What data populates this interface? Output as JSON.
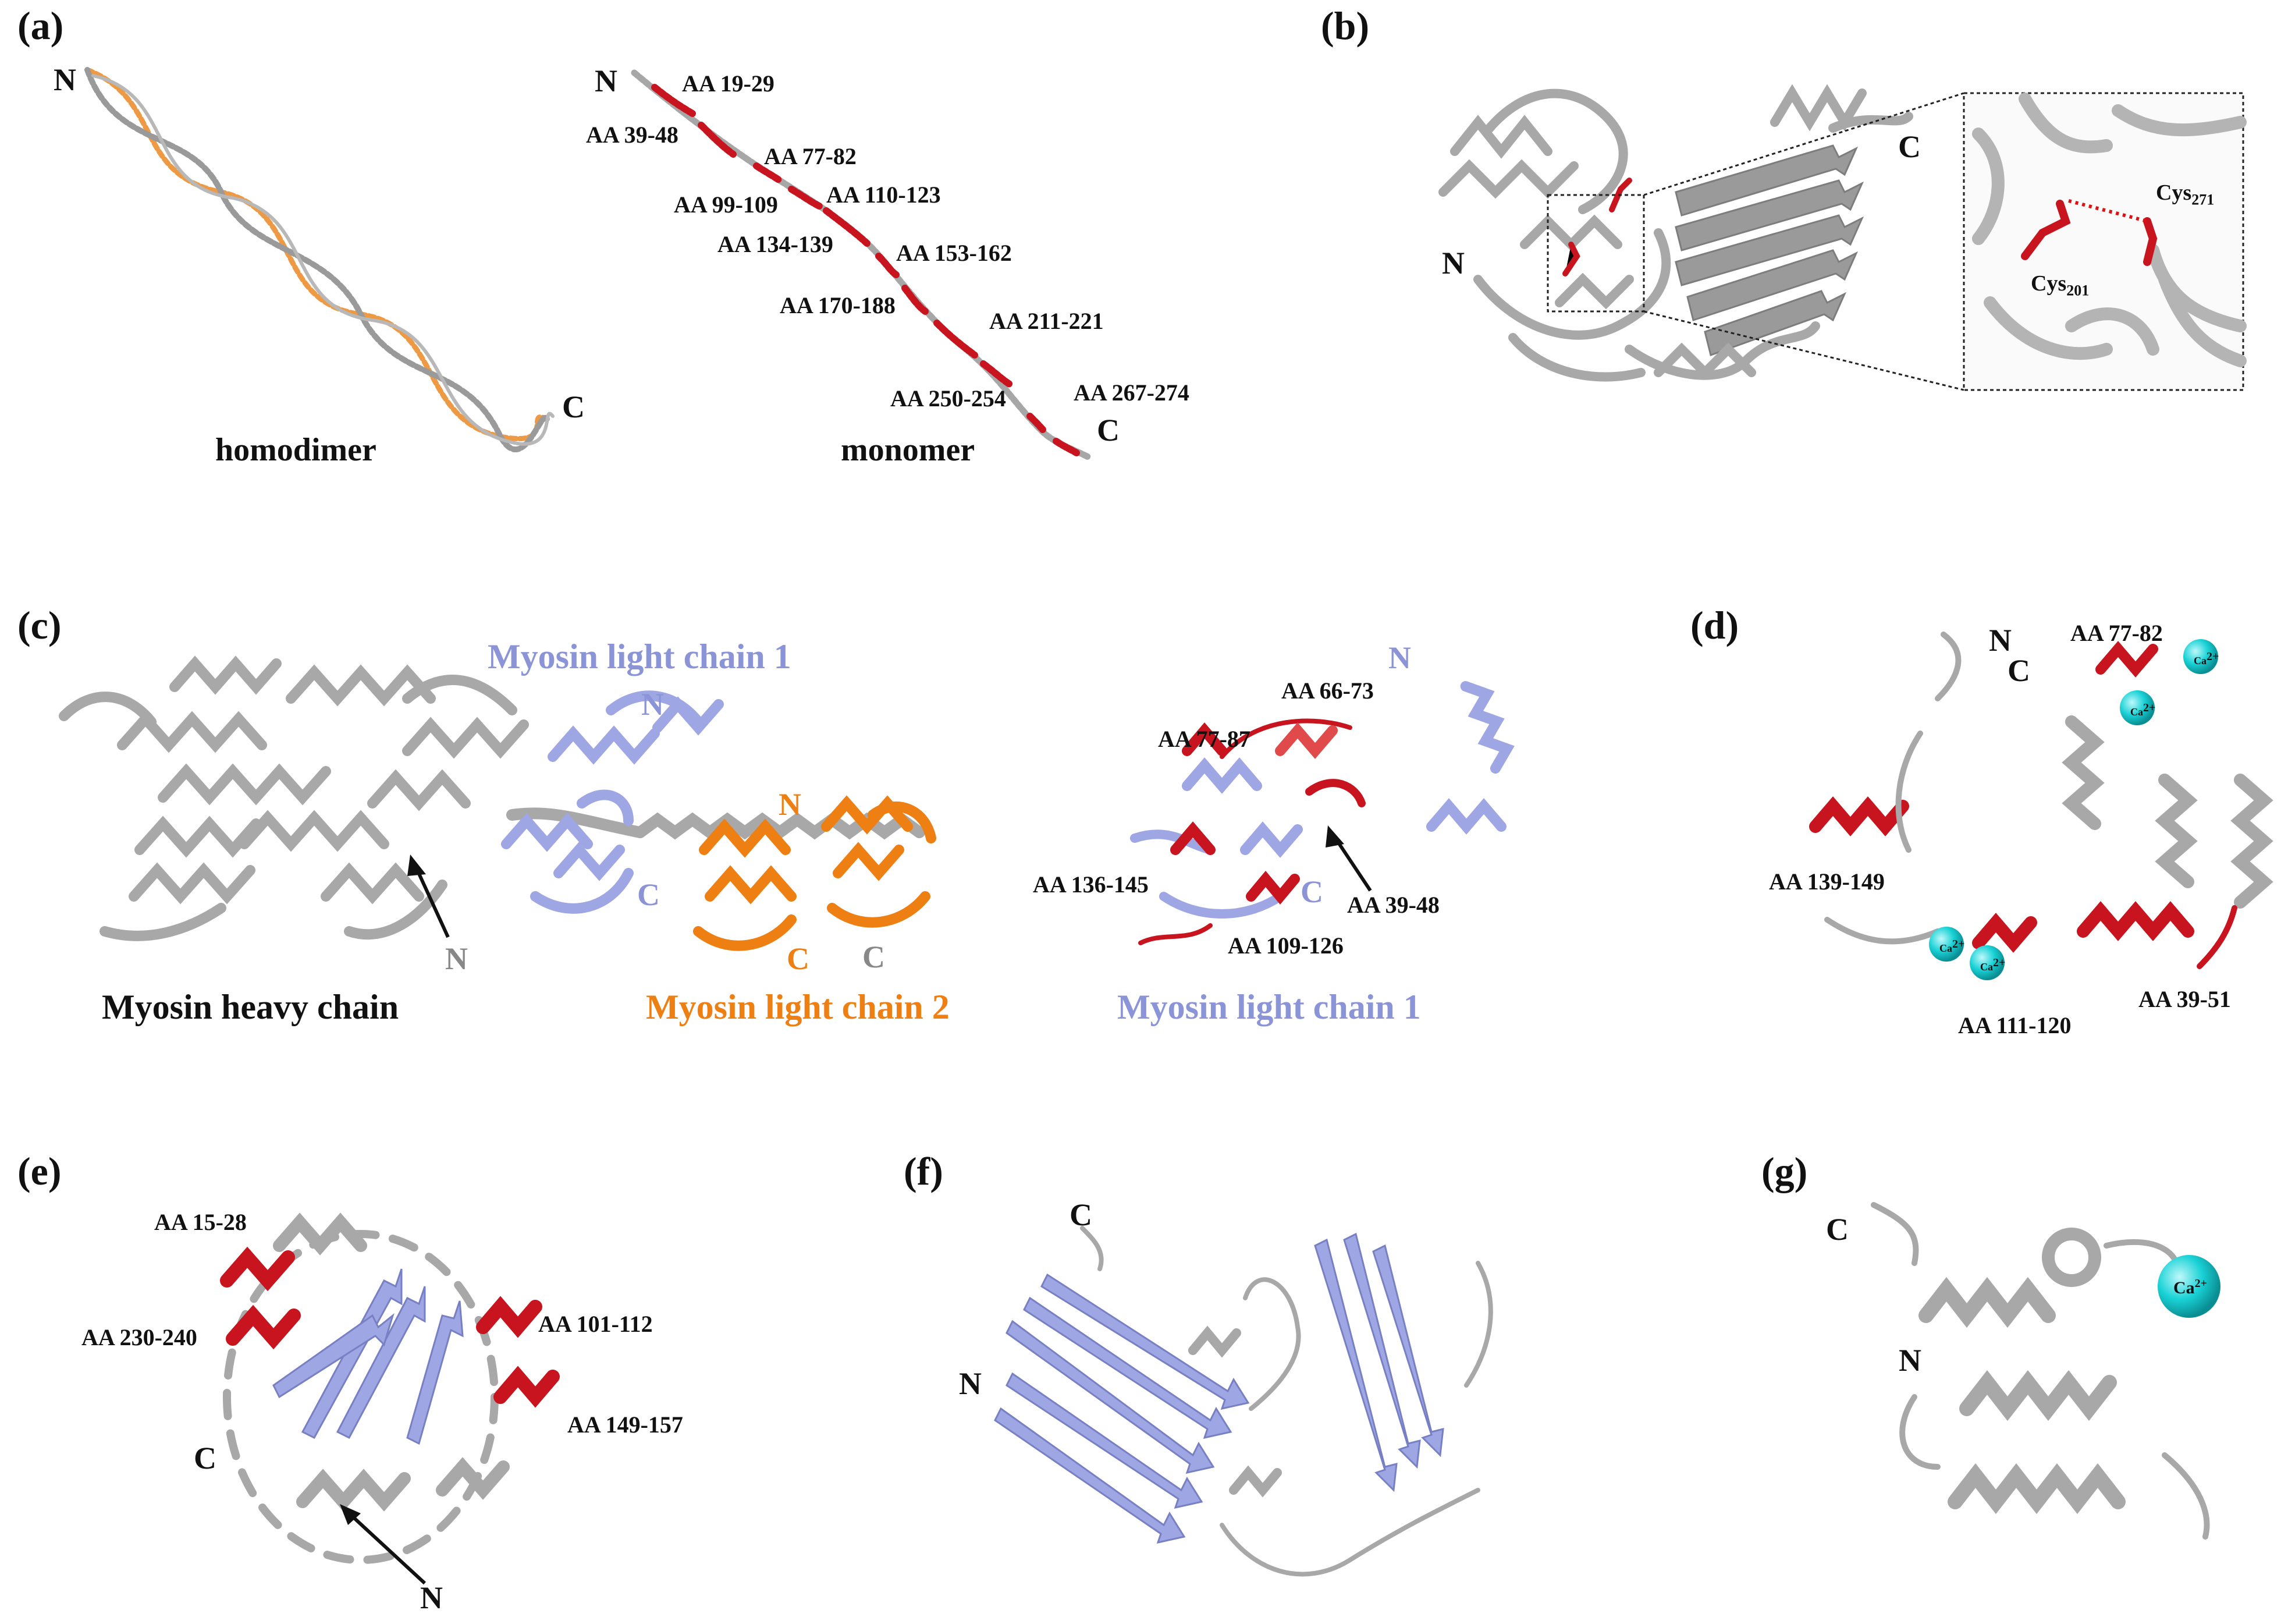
{
  "panels": {
    "a": {
      "label": "(a)",
      "homodimer": {
        "n": "N",
        "c": "C",
        "caption": "homodimer"
      },
      "monomer": {
        "n": "N",
        "c": "C",
        "caption": "monomer",
        "regions": [
          "AA 19-29",
          "AA 39-48",
          "AA 77-82",
          "AA 99-109",
          "AA 110-123",
          "AA 134-139",
          "AA 153-162",
          "AA 170-188",
          "AA 211-221",
          "AA 250-254",
          "AA 267-274"
        ]
      }
    },
    "b": {
      "label": "(b)",
      "n": "N",
      "c": "C",
      "cys1": {
        "base": "Cys",
        "sub": "201"
      },
      "cys2": {
        "base": "Cys",
        "sub": "271"
      }
    },
    "c": {
      "label": "(c)",
      "heavy_chain": "Myosin heavy chain",
      "light_chain_1_top": "Myosin light chain 1",
      "light_chain_2": "Myosin light chain 2",
      "light_chain_1_bottom": "Myosin light chain 1",
      "terms": {
        "lc1_n": "N",
        "lc1_c": "C",
        "lc2_n": "N",
        "lc2_c": "C",
        "lc2_c2": "C",
        "hc_n": "N",
        "right_n": "N",
        "right_c": "C"
      },
      "regions": [
        "AA 66-73",
        "AA 77-87",
        "AA 136-145",
        "AA 39-48",
        "AA 109-126"
      ]
    },
    "d": {
      "label": "(d)",
      "n": "N",
      "c": "C",
      "ion": "Ca",
      "regions": [
        "AA 77-82",
        "AA 139-149",
        "AA 111-120",
        "AA 39-51"
      ]
    },
    "e": {
      "label": "(e)",
      "n": "N",
      "c": "C",
      "regions": [
        "AA 15-28",
        "AA 230-240",
        "AA 101-112",
        "AA 149-157"
      ]
    },
    "f": {
      "label": "(f)",
      "n": "N",
      "c": "C"
    },
    "g": {
      "label": "(g)",
      "n": "N",
      "c": "C",
      "ion": "Ca"
    }
  },
  "colors": {
    "gray": "#a9a9a9",
    "red": "#c8141e",
    "lavender": "#9ea6e3",
    "orange": "#ee7f12",
    "cyan": "#19d2d6",
    "dark": "#111111"
  }
}
